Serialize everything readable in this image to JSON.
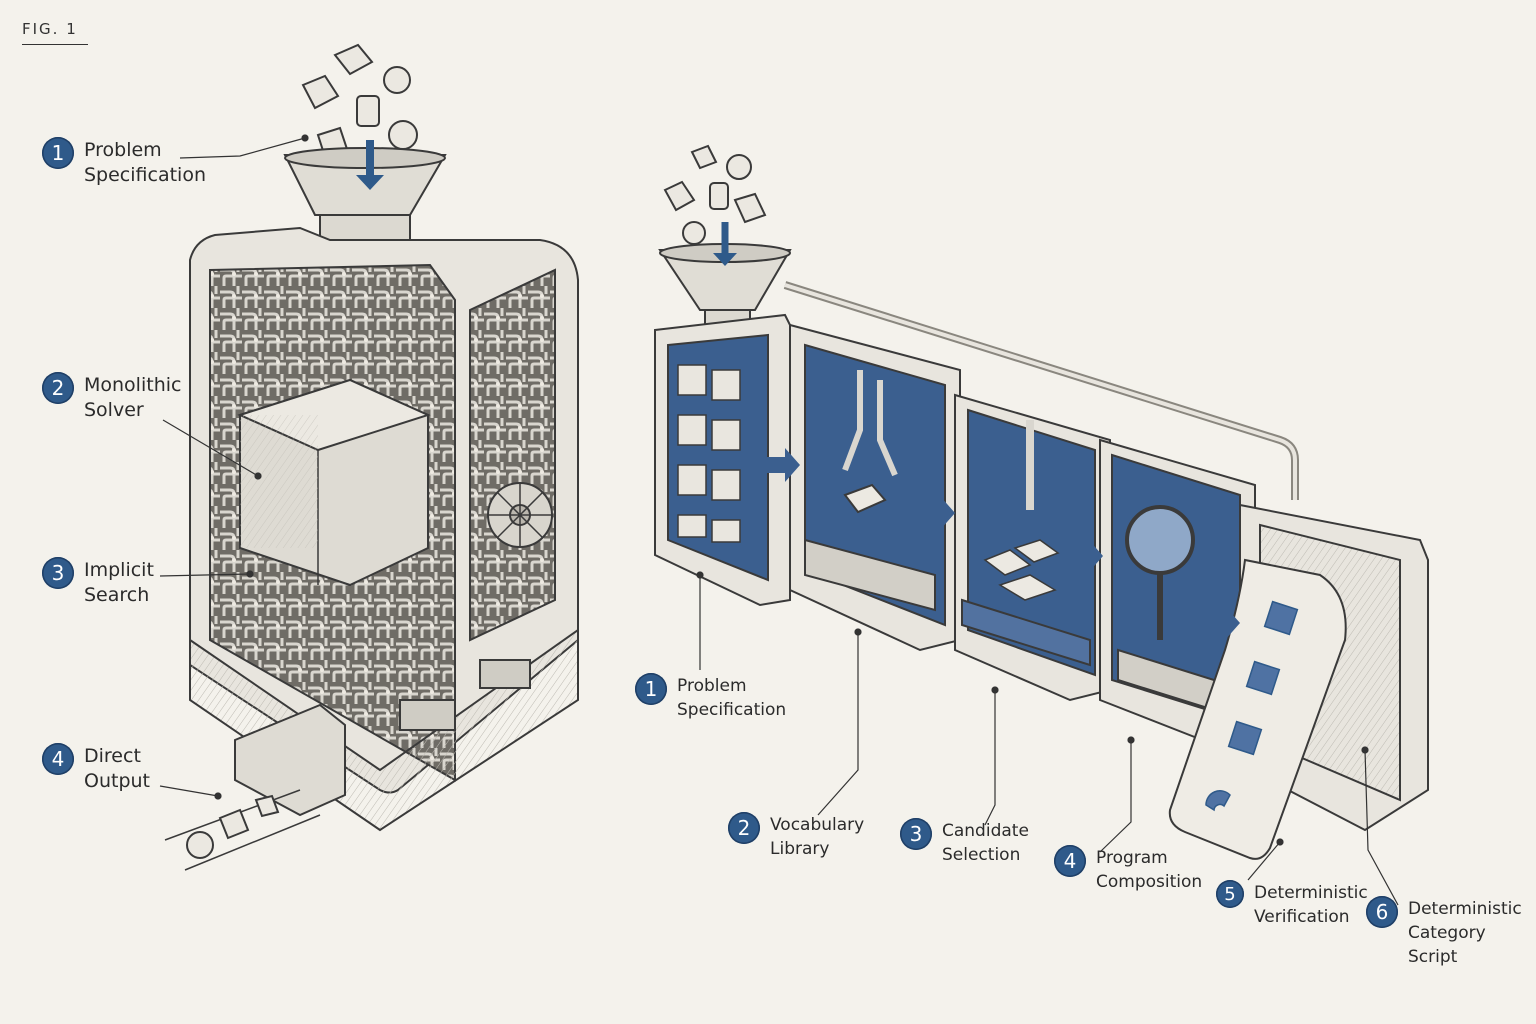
{
  "figure_label": "FIG. 1",
  "colors": {
    "accent": "#2f5a8a",
    "ink": "#3a3a3a",
    "paper": "#f4f2ec",
    "panel": "#3b5f8f"
  },
  "left_machine": {
    "callouts": [
      {
        "num": "1",
        "text": "Problem\nSpecification"
      },
      {
        "num": "2",
        "text": "Monolithic\nSolver"
      },
      {
        "num": "3",
        "text": "Implicit\nSearch"
      },
      {
        "num": "4",
        "text": "Direct\nOutput"
      }
    ]
  },
  "right_machine": {
    "callouts": [
      {
        "num": "1",
        "text": "Problem\nSpecification"
      },
      {
        "num": "2",
        "text": "Vocabulary\nLibrary"
      },
      {
        "num": "3",
        "text": "Candidate\nSelection"
      },
      {
        "num": "4",
        "text": "Program\nComposition"
      },
      {
        "num": "5",
        "text": "Deterministic\nVerification"
      },
      {
        "num": "6",
        "text": "Deterministic\nCategory\nScript"
      }
    ]
  }
}
